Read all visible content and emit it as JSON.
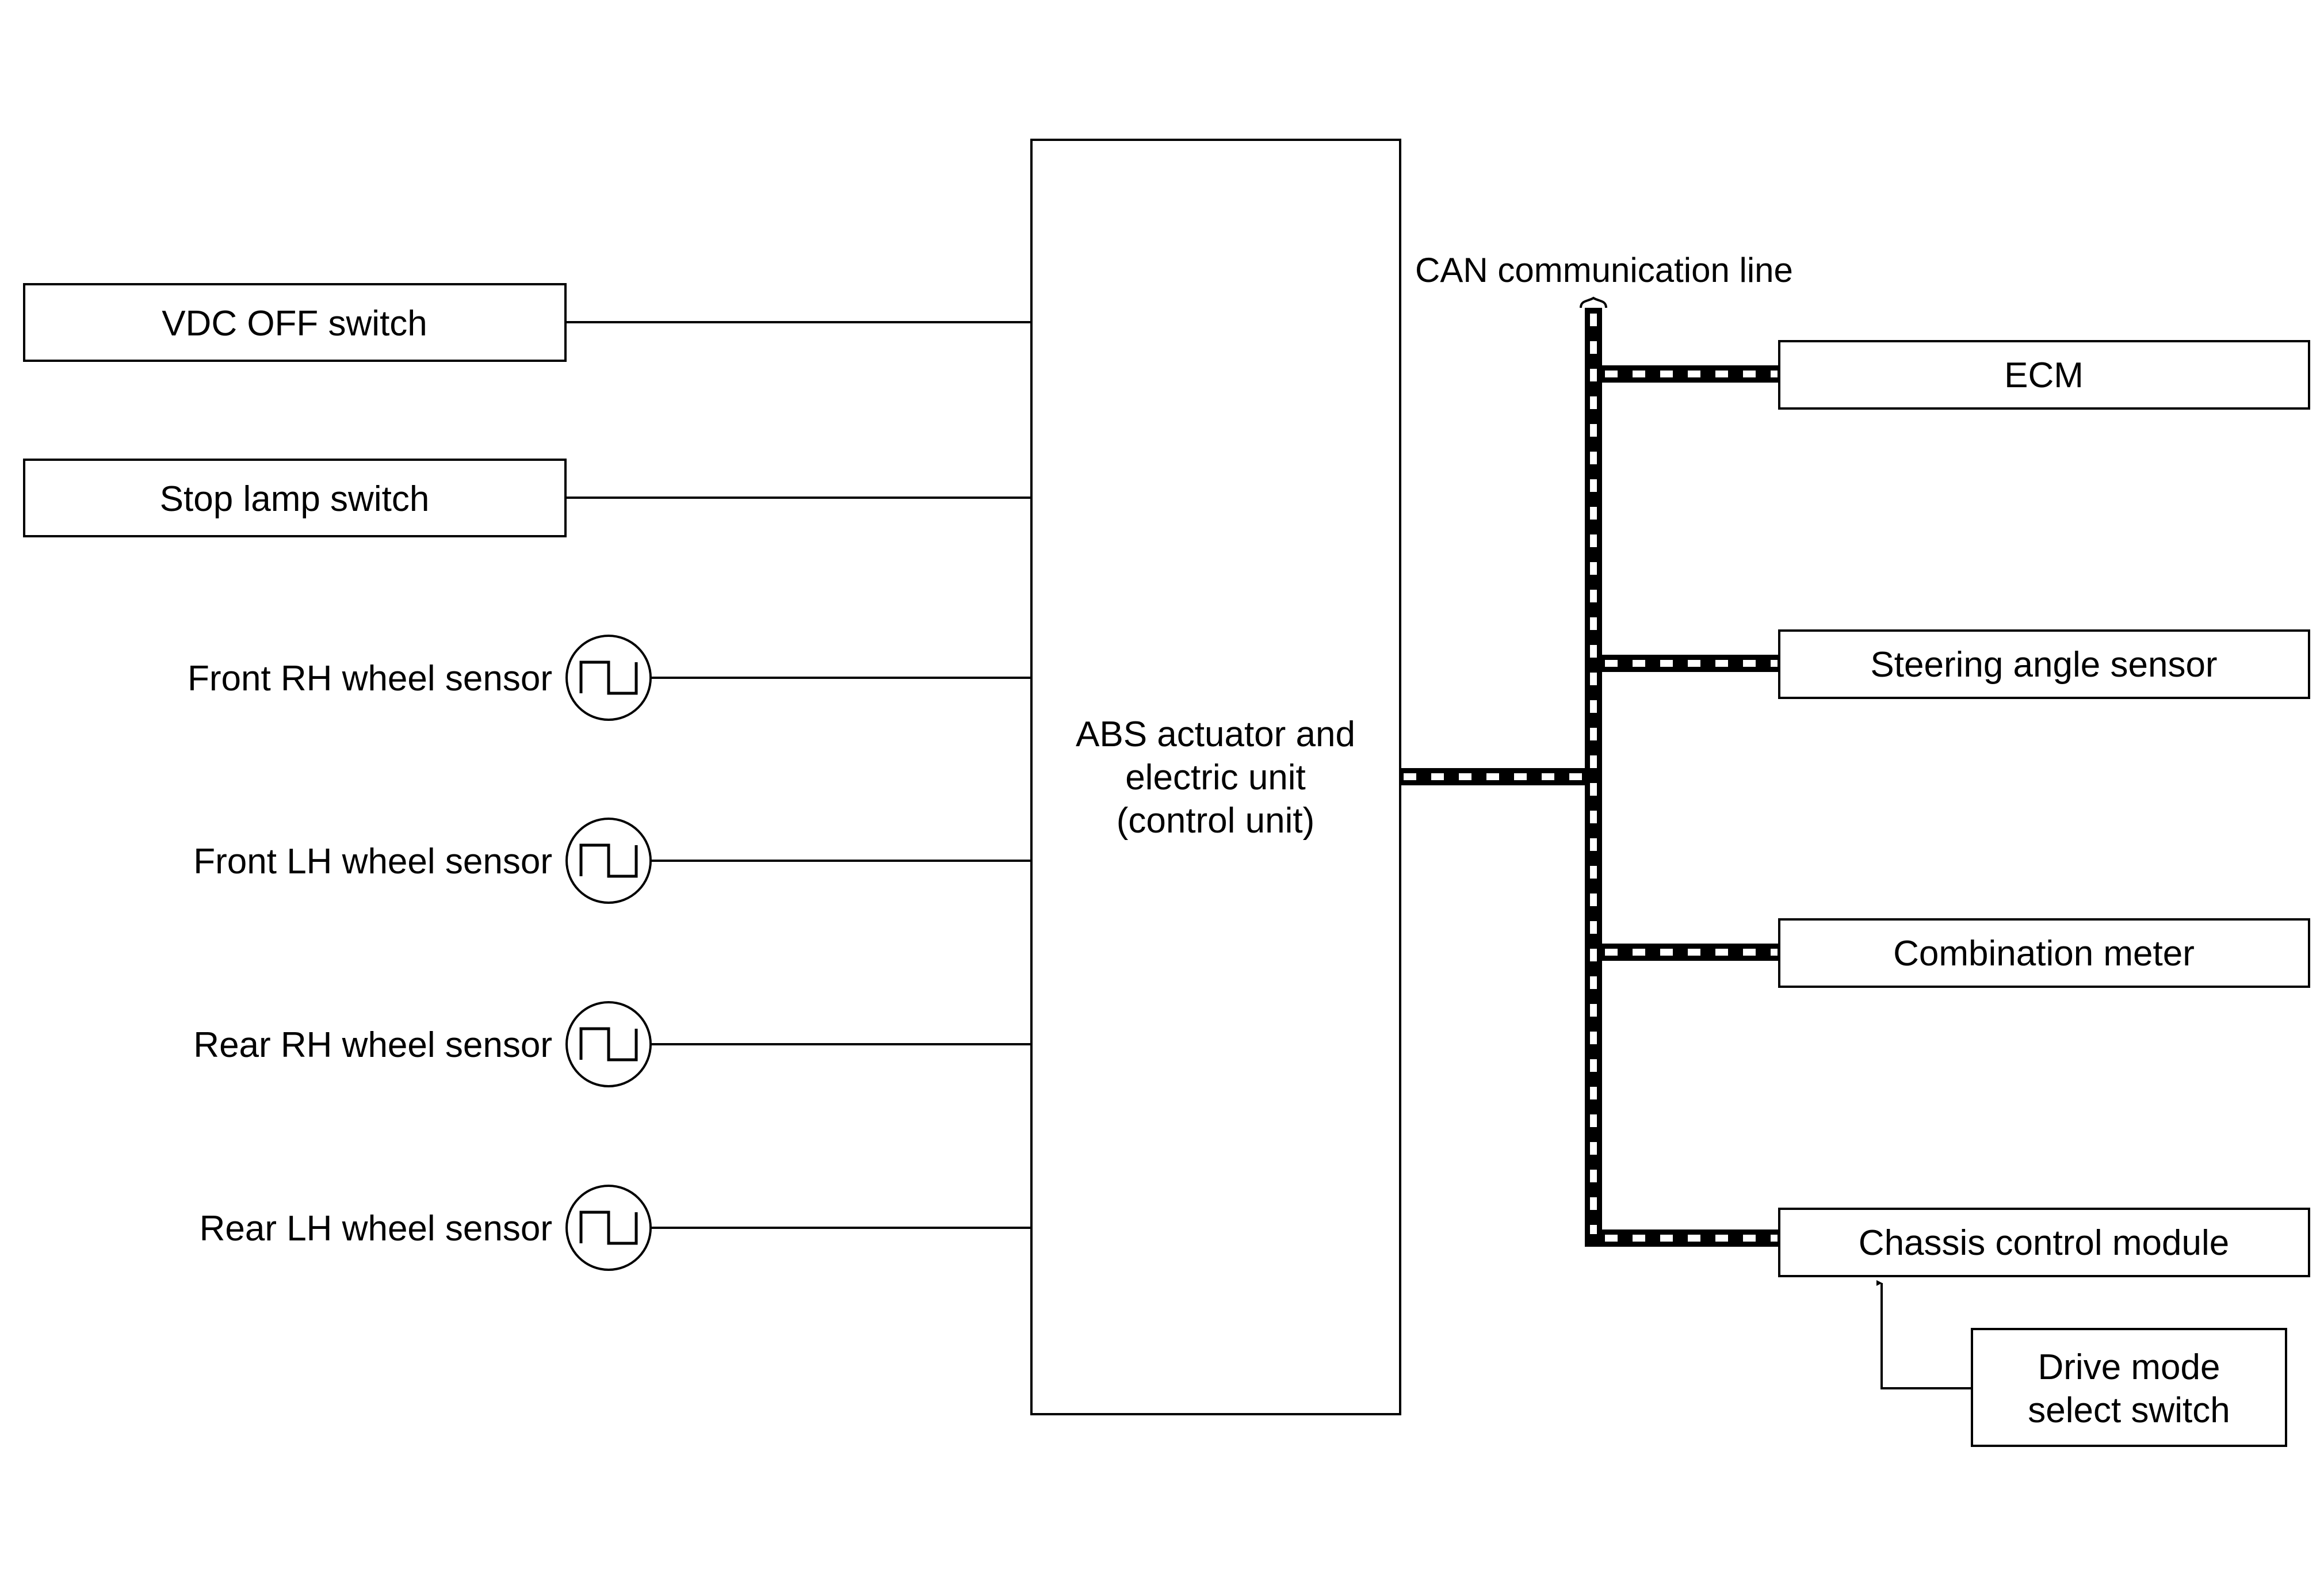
{
  "inputs": {
    "vdc_off_switch": "VDC OFF switch",
    "stop_lamp_switch": "Stop lamp switch",
    "wheel_sensors": [
      "Front RH wheel sensor",
      "Front LH wheel sensor",
      "Rear RH wheel sensor",
      "Rear LH wheel sensor"
    ]
  },
  "control_unit": {
    "lines": [
      "ABS actuator and",
      "electric unit",
      "(control unit)"
    ]
  },
  "can": {
    "label": "CAN communication line"
  },
  "outputs": {
    "ecm": "ECM",
    "steering_angle_sensor": "Steering angle sensor",
    "combination_meter": "Combination meter",
    "chassis_control_module": "Chassis control module"
  },
  "drive_mode_switch": {
    "lines": [
      "Drive mode",
      "select switch"
    ]
  }
}
